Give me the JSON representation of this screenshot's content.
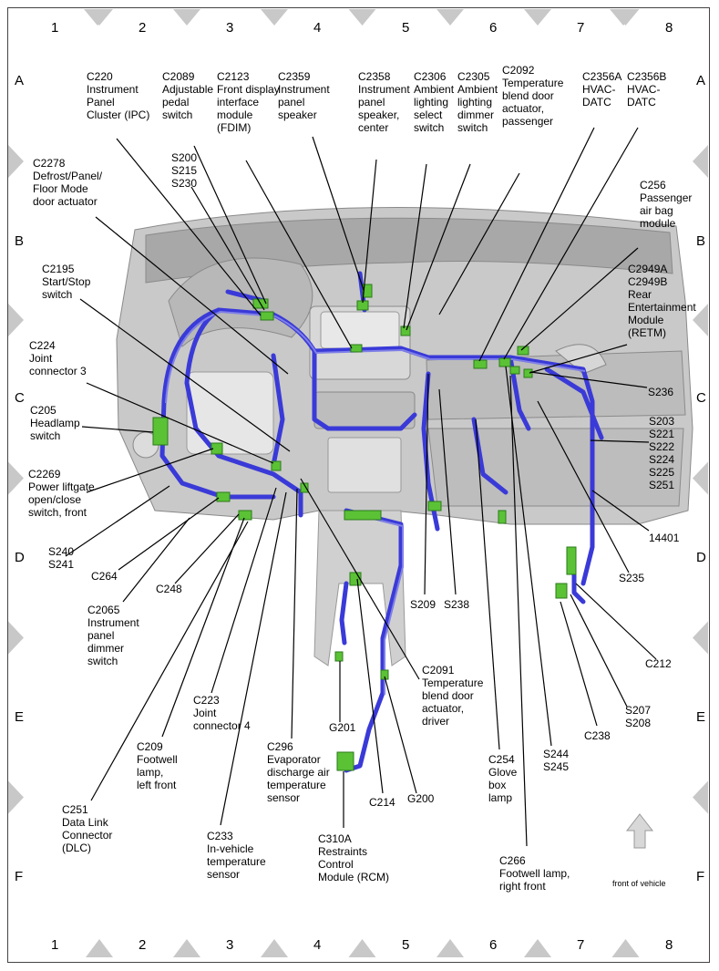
{
  "colors": {
    "harness": "#3a3ad8",
    "connector": "#5bc236",
    "panel": "#c9c9c9",
    "leader": "#000000",
    "marker": "#c8c8c8"
  },
  "grid": {
    "columns": [
      "1",
      "2",
      "3",
      "4",
      "5",
      "6",
      "7",
      "8"
    ],
    "rows": [
      "A",
      "B",
      "C",
      "D",
      "E",
      "F"
    ]
  },
  "labels": {
    "c220": "C220\nInstrument\nPanel\nCluster (IPC)",
    "c2089": "C2089\nAdjustable\npedal\nswitch",
    "c2123": "C2123\nFront display\ninterface\nmodule\n(FDIM)",
    "c2359": "C2359\nInstrument\npanel\nspeaker",
    "c2358": "C2358\nInstrument\npanel\nspeaker,\ncenter",
    "c2306": "C2306\nAmbient\nlighting\nselect\nswitch",
    "c2305": "C2305\nAmbient\nlighting\ndimmer\nswitch",
    "c2092": "C2092\nTemperature\nblend door\nactuator,\npassenger",
    "c2356a": "C2356A\nHVAC-\nDATC",
    "c2356b": "C2356B\nHVAC-\nDATC",
    "c2278": "C2278\nDefrost/Panel/\nFloor Mode\ndoor actuator",
    "s200": "S200\nS215\nS230",
    "c256": "C256\nPassenger\nair bag\nmodule",
    "c2195": "C2195\nStart/Stop\nswitch",
    "c2949": "C2949A\nC2949B\nRear\nEntertainment\nModule\n(RETM)",
    "c224": "C224\nJoint\nconnector 3",
    "s236": "S236",
    "c205": "C205\nHeadlamp\nswitch",
    "s203": "S203\nS221\nS222\nS224\nS225\nS251",
    "c2269": "C2269\nPower liftgate\nopen/close\nswitch, front",
    "n14401": "14401",
    "s240": "S240\nS241",
    "c264": "C264",
    "c248": "C248",
    "s235": "S235",
    "c2065": "C2065\nInstrument\npanel\ndimmer\nswitch",
    "s209": "S209",
    "s238": "S238",
    "c212": "C212",
    "c2091": "C2091\nTemperature\nblend door\nactuator,\ndriver",
    "c223": "C223\nJoint\nconnector 4",
    "g201": "G201",
    "s207": "S207\nS208",
    "c238": "C238",
    "c209": "C209\nFootwell\nlamp,\nleft front",
    "c296": "C296\nEvaporator\ndischarge air\ntemperature\nsensor",
    "s244": "S244\nS245",
    "c254": "C254\nGlove\nbox\nlamp",
    "c214": "C214",
    "g200": "G200",
    "c251": "C251\nData Link\nConnector\n(DLC)",
    "c233": "C233\nIn-vehicle\ntemperature\nsensor",
    "c310a": "C310A\nRestraints\nControl\nModule (RCM)",
    "c266": "C266\nFootwell lamp,\nright front",
    "front": "front of vehicle"
  }
}
